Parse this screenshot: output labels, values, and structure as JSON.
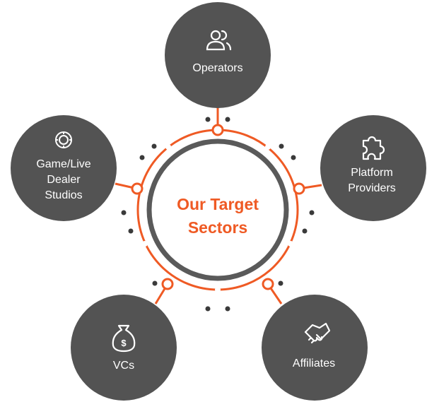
{
  "center": {
    "line1": "Our Target",
    "line2": "Sectors"
  },
  "sectors": [
    {
      "id": "operators",
      "label_lines": [
        "Operators"
      ],
      "icon": "users-icon"
    },
    {
      "id": "platform-providers",
      "label_lines": [
        "Platform",
        "Providers"
      ],
      "icon": "puzzle-piece-icon"
    },
    {
      "id": "affiliates",
      "label_lines": [
        "Affiliates"
      ],
      "icon": "handshake-icon"
    },
    {
      "id": "vcs",
      "label_lines": [
        "VCs"
      ],
      "icon": "money-bag-icon"
    },
    {
      "id": "game-live-dealer-studios",
      "label_lines": [
        "Game/Live",
        "Dealer",
        "Studios"
      ],
      "icon": "casino-chip-icon"
    }
  ],
  "colors": {
    "accent": "#ef5a24",
    "node": "#535353",
    "inner_ring": "#5a5a5a",
    "dots": "#3a3a3a",
    "text": "#ffffff"
  }
}
